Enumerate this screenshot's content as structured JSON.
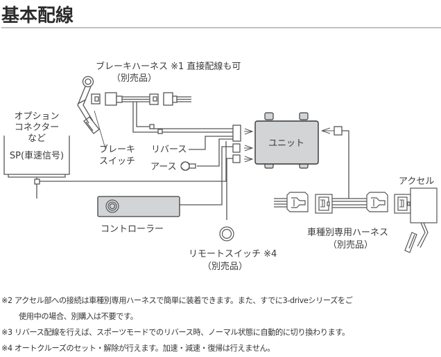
{
  "page": {
    "title": "基本配線"
  },
  "diagram": {
    "labels": {
      "brake_harness": "ブレーキハーネス ※1 直接配線も可",
      "brake_harness_sub": "（別売品）",
      "option_connector_1": "オプション",
      "option_connector_2": "コネクター",
      "option_connector_3": "など",
      "option_connector_4": "SP(車速信号)",
      "brake_switch_1": "ブレーキ",
      "brake_switch_2": "スイッチ",
      "reverse": "リバース",
      "earth": "アース",
      "unit": "ユニット",
      "controller": "コントローラー",
      "remote_switch": "リモートスイッチ ※4",
      "remote_switch_sub": "（別売品）",
      "accelerator": "アクセル",
      "vehicle_harness": "車種別専用ハーネス",
      "vehicle_harness_sub": "（別売品）"
    },
    "colors": {
      "line": "#555555",
      "unit_fill": "#d2d4d6",
      "controller_fill": "#d2d4d6",
      "outline": "#3f3f3f"
    }
  },
  "notes": [
    {
      "mark": "※2",
      "text": "アクセル部への接続は車種別専用ハーネスで簡単に装着できます。また、すでに3-driveシリーズをご"
    },
    {
      "mark": "",
      "text": "使用中の場合、別購入は不要です。"
    },
    {
      "mark": "※3",
      "text": "リバース配線を行えば、スポーツモードでのリバース時、ノーマル状態に自動的に切り換わります。"
    },
    {
      "mark": "※4",
      "text": "オートクルーズのセット・解除が行えます。加速・減速・復帰は行えません。"
    }
  ]
}
